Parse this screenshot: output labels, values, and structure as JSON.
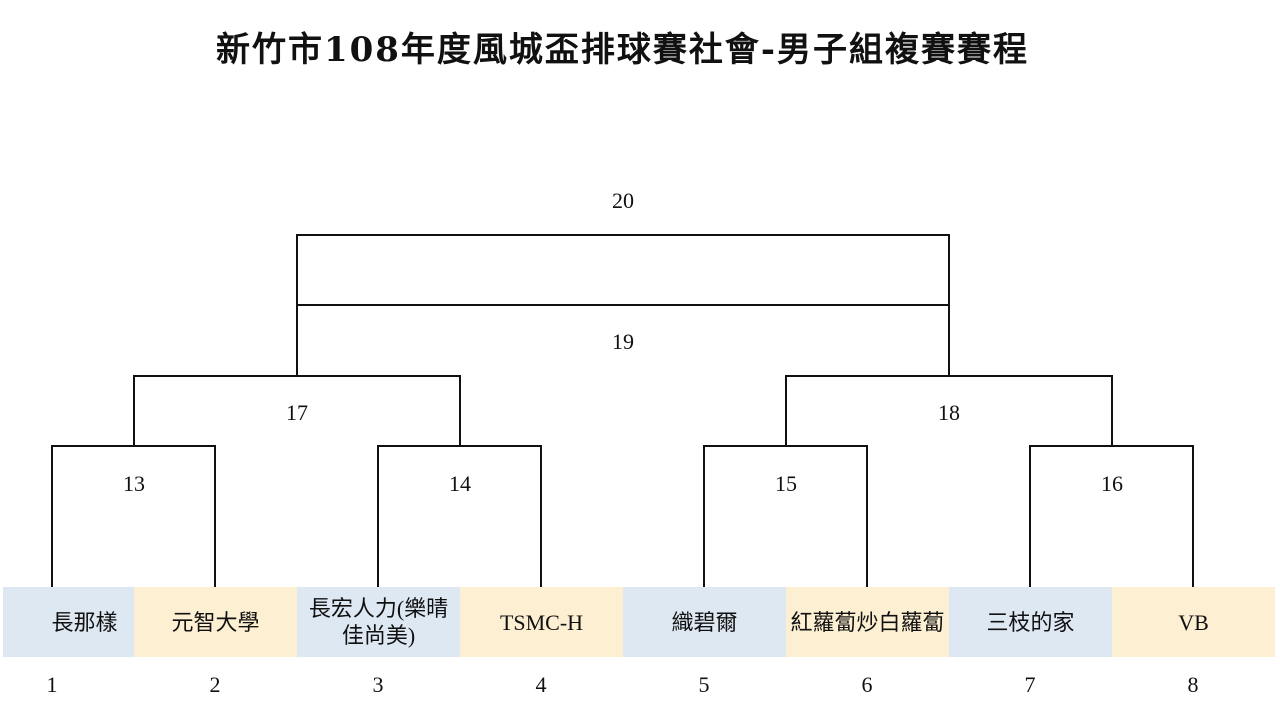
{
  "title": "新竹市108年度風城盃排球賽社會-男子組複賽賽程",
  "matches": {
    "m13": "13",
    "m14": "14",
    "m15": "15",
    "m16": "16",
    "m17": "17",
    "m18": "18",
    "m19": "19",
    "m20": "20"
  },
  "teams": [
    {
      "seed": "1",
      "name": "長那樣"
    },
    {
      "seed": "2",
      "name": "元智大學"
    },
    {
      "seed": "3",
      "name": "長宏人力(樂晴佳尚美)"
    },
    {
      "seed": "4",
      "name": "TSMC-H"
    },
    {
      "seed": "5",
      "name": "織碧爾"
    },
    {
      "seed": "6",
      "name": "紅蘿蔔炒白蘿蔔"
    },
    {
      "seed": "7",
      "name": "三枝的家"
    },
    {
      "seed": "8",
      "name": "VB"
    }
  ],
  "colors": {
    "cell_blue": "#dde8f3",
    "cell_yellow": "#fcefd2",
    "line": "#111111"
  }
}
